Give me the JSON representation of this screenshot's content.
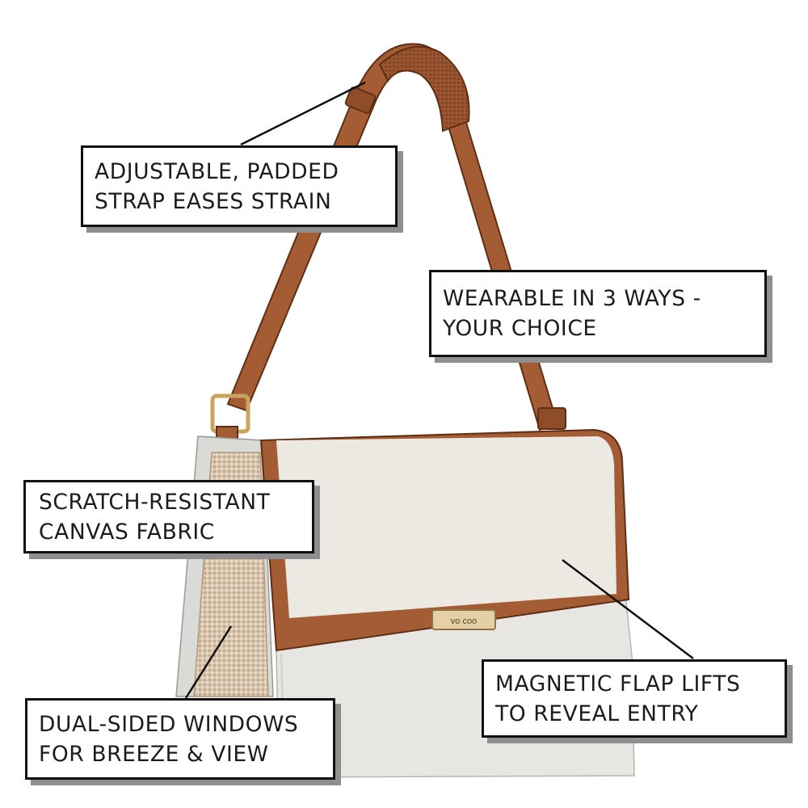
{
  "product": {
    "brand_logo": "vo coo",
    "colors": {
      "background": "#ffffff",
      "leather_trim": "#a35c33",
      "canvas": "#ece9e3",
      "side_panel": "#d9cbb8",
      "hardware": "#c9a45c",
      "callout_border": "#111111",
      "callout_shadow": "#8f8f8f"
    }
  },
  "callouts": {
    "strap": {
      "line1": "ADJUSTABLE, PADDED",
      "line2": "STRAP EASES STRAIN"
    },
    "wearable": {
      "line1": "WEARABLE IN 3 WAYS -",
      "line2": "YOUR CHOICE"
    },
    "canvas": {
      "line1": "SCRATCH-RESISTANT",
      "line2": "CANVAS FABRIC"
    },
    "windows": {
      "line1": "DUAL-SIDED WINDOWS",
      "line2": "FOR BREEZE & VIEW"
    },
    "flap": {
      "line1": "MAGNETIC FLAP LIFTS",
      "line2": "TO REVEAL ENTRY"
    }
  }
}
